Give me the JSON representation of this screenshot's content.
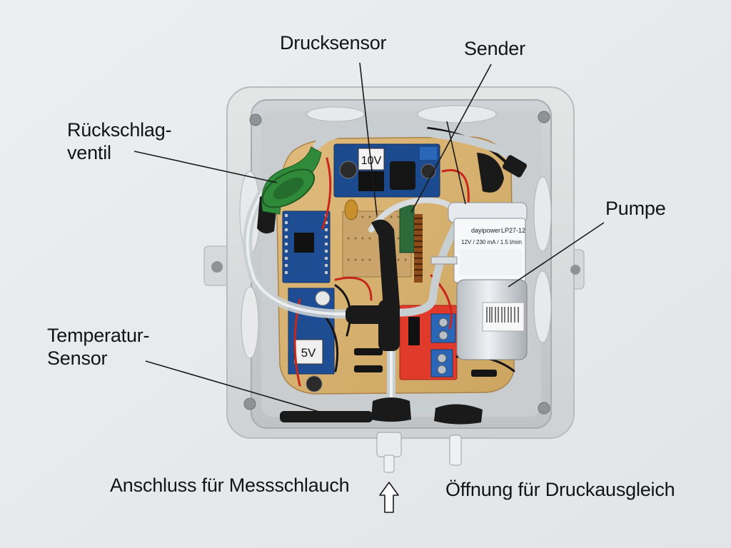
{
  "labels": {
    "drucksensor": "Drucksensor",
    "sender": "Sender",
    "rueckschlagventil": "Rückschlag-\nventil",
    "pumpe": "Pumpe",
    "temperatursensor": "Temperatur-\nSensor",
    "anschluss": "Anschluss für Messschlauch",
    "oeffnung": "Öffnung für Druckausgleich"
  },
  "board_labels": {
    "regulator_voltage": "10V",
    "sensor_voltage": "5V"
  },
  "pump_label": {
    "brand": "dayipower",
    "model": "LP27-12",
    "spec": "12V / 230 mA / 1.5 l/min"
  },
  "colors": {
    "background": "#e9eaee",
    "enclosure": "#d9dbdb",
    "wood_board": "#d8b16e",
    "tubing": "#c8cfd2",
    "check_valve": "#2f8b3a",
    "heat_shrink": "#1a1a1a",
    "module_blue": "#1c4a8f",
    "module_red": "#e03a2a",
    "terminal_blue": "#2a67b8",
    "wire_red": "#c8261c",
    "pump_body": "#dfe3e8",
    "label_text": "#141414"
  }
}
